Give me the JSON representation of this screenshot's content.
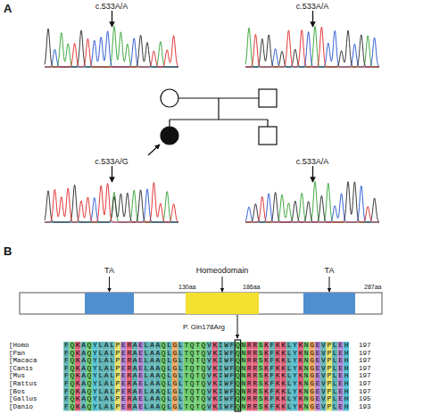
{
  "diagram": {
    "nodes": [
      {
        "text": [
          "c.533A/A"
        ]
      },
      {
        "text": [
          "c.533A/A"
        ]
      },
      {
        "text": [
          "c.533A/G"
        ]
      },
      {
        "text": [
          "c.533A/A"
        ]
      },
      {
        "text": [
          "TA"
        ]
      },
      {
        "text": [
          "Homeodomain"
        ]
      },
      {
        "text": [
          "TA"
        ]
      }
    ],
    "labels": [
      "A",
      "B",
      "130aa",
      "186aa",
      "287aa",
      "P. Gln178Arg",
      "[Homo",
      "FQKAQYLALPERAELAAQLGLTQTQVKIWFQNRRSKFKKLYKNGEVPLEH",
      "197",
      "[Pan",
      "FQKAQYLALPERAELAAQLGLTQTQVKIWFQNRRSKFKKLYKNGEVPLEH",
      "197",
      "[Macaca",
      "FQKAQYLALPERAELAAQLGLTQTQVKIWFQNRRSKFKKLYKNGEVPLEH",
      "197",
      "[Canis",
      "FQKAQYLALPERAELAAQLGLTQTQVKIWFQNRRSKFKKLYKNGEVPLEH",
      "197",
      "[Mus",
      "FQKAQYLALPERAELAAQLGLTQTQVKIWFQNRRSKFKKLYKNGEVPLEH",
      "197",
      "[Rattus",
      "FQKAQYLALPERAELAAQLGLTQTQVKIWFQNRRSKFKKLYKNGEVPLEH",
      "197",
      "[Bos",
      "FQKAQYLALPERAELAAQLGLTQTQVKIWFQNRRSKFKKLYKNGEVPLEH",
      "197",
      "[Gallus",
      "FQKAQYLALPERAELAAQLGLTQTQVKIWFQNRRSKFKKLYKNGEVPLEH",
      "195",
      "[Danio",
      "FQKAQYLALPERAELAAQLGLTQTQVKIWFQNRRSKFKKLYKNGEVPLEH",
      "193"
    ]
  }
}
